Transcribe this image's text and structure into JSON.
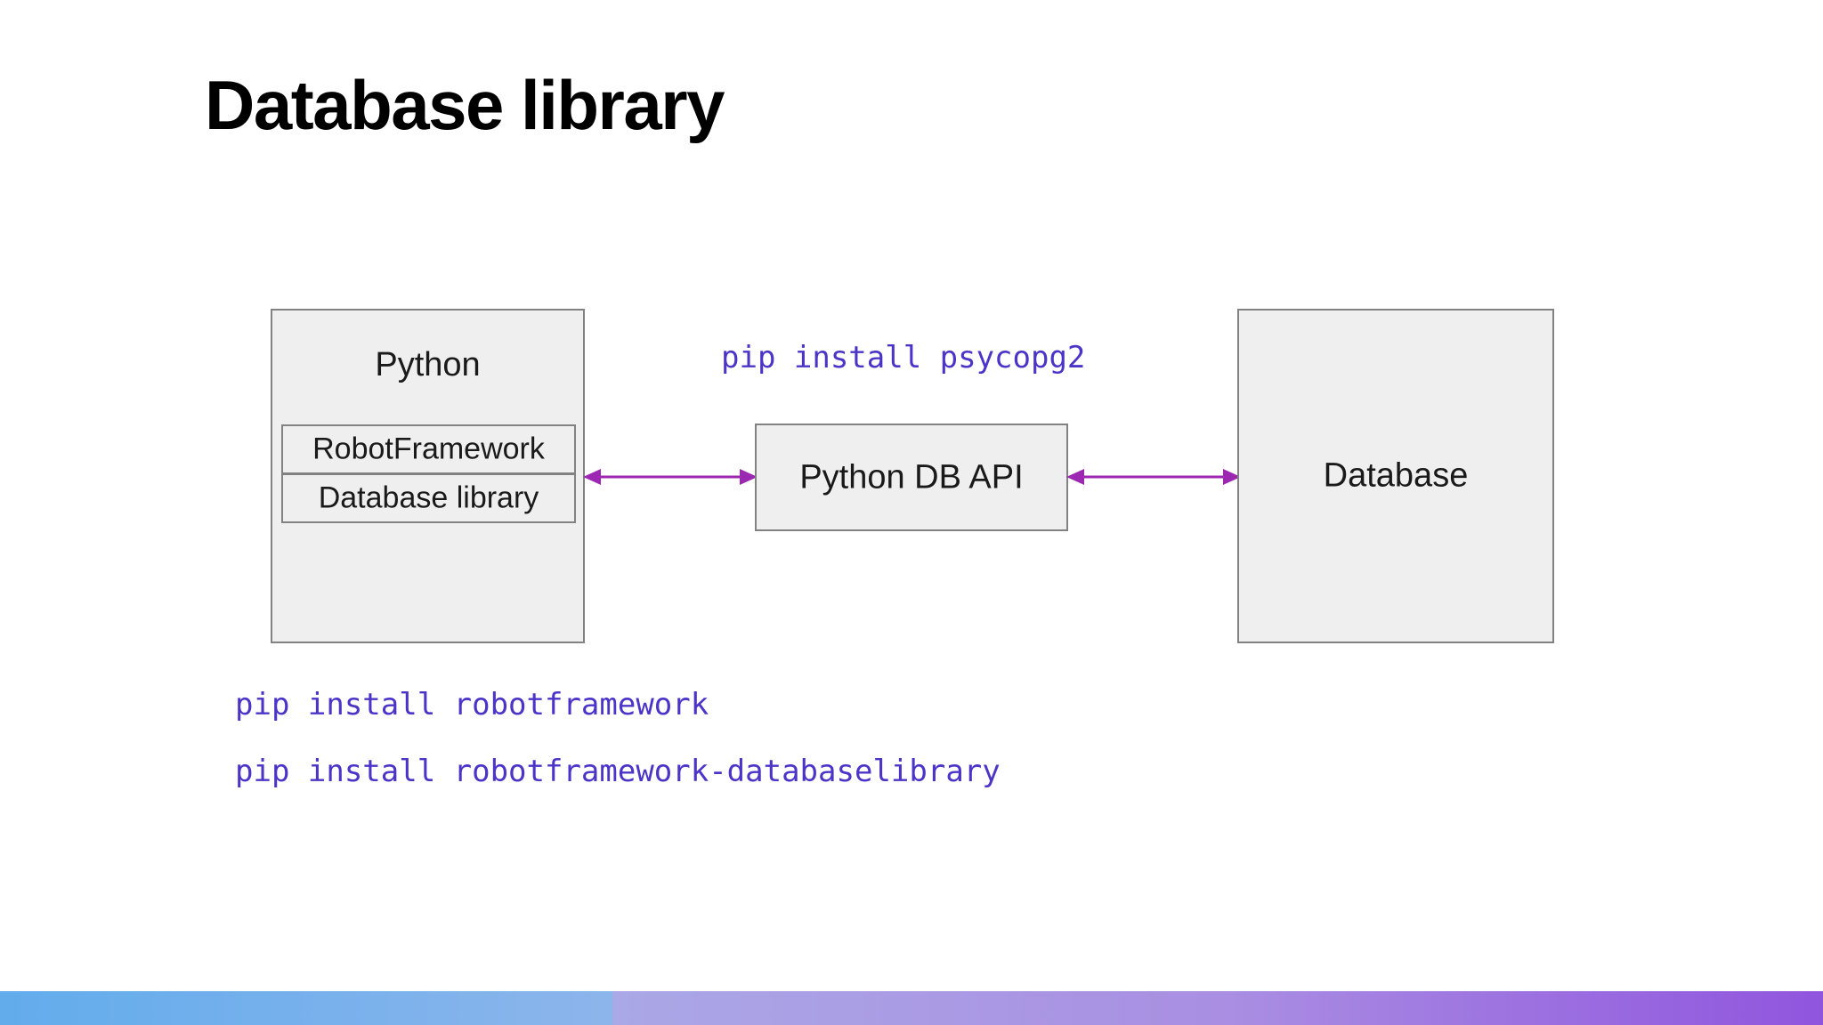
{
  "slide": {
    "title": "Database library",
    "background_color": "#ffffff"
  },
  "diagram": {
    "boxes": [
      {
        "id": "python",
        "label": "Python",
        "fill": "#efefef",
        "stroke": "#828282",
        "children": [
          {
            "id": "robotframework",
            "label": "RobotFramework"
          },
          {
            "id": "databaselibrary",
            "label": "Database library"
          }
        ]
      },
      {
        "id": "dbapi",
        "label": "Python DB API",
        "fill": "#efefef",
        "stroke": "#828282"
      },
      {
        "id": "database",
        "label": "Database",
        "fill": "#efefef",
        "stroke": "#828282"
      }
    ],
    "connectors": [
      {
        "id": "python-dbapi",
        "from": "python",
        "to": "dbapi",
        "style": "double-arrow",
        "color": "#9c27b0"
      },
      {
        "id": "dbapi-database",
        "from": "dbapi",
        "to": "database",
        "style": "double-arrow",
        "color": "#9c27b0"
      }
    ]
  },
  "code": {
    "color": "#4a35c8",
    "psycopg2": "pip install psycopg2",
    "robotframework": "pip install robotframework",
    "databaselibrary": "pip install robotframework-databaselibrary"
  },
  "footer": {
    "gradient_start": "#62acec",
    "gradient_mid": "#aaa8e6",
    "gradient_end": "#9055de"
  }
}
